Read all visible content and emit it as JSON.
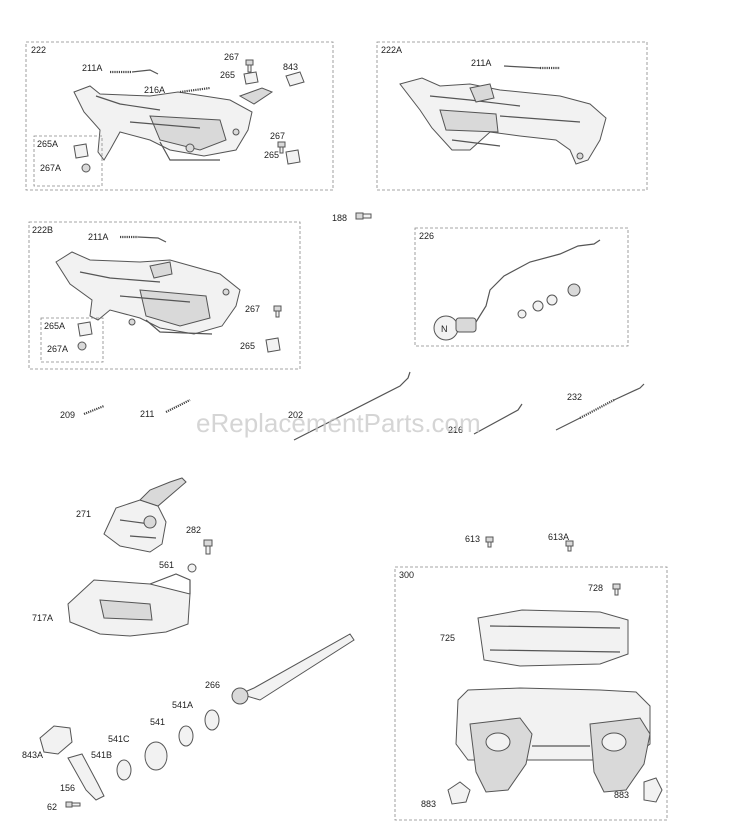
{
  "watermark": "eReplacementParts.com",
  "boxes": {
    "b222": "222",
    "b222A": "222A",
    "b222B": "222B",
    "b226": "226",
    "b300": "300",
    "b265A_1": "265A",
    "b265A_2": "265A"
  },
  "labels": {
    "l211A_1": "211A",
    "l267_1": "267",
    "l265_1": "265",
    "l843": "843",
    "l216A": "216A",
    "l267_2": "267",
    "l265_2": "265",
    "l267A_1": "267A",
    "l211A_2": "211A",
    "l188": "188",
    "l211A_3": "211A",
    "l267_3": "267",
    "l265_3": "265",
    "l267A_2": "267A",
    "l209": "209",
    "l211": "211",
    "l202": "202",
    "l216": "216",
    "l232": "232",
    "l271": "271",
    "l282": "282",
    "l561": "561",
    "l613": "613",
    "l613A": "613A",
    "l728": "728",
    "l717A": "717A",
    "l725": "725",
    "l266": "266",
    "l541A": "541A",
    "l541": "541",
    "l541C": "541C",
    "l541B": "541B",
    "l843A": "843A",
    "l156": "156",
    "l62": "62",
    "l883_1": "883",
    "l883_2": "883"
  }
}
